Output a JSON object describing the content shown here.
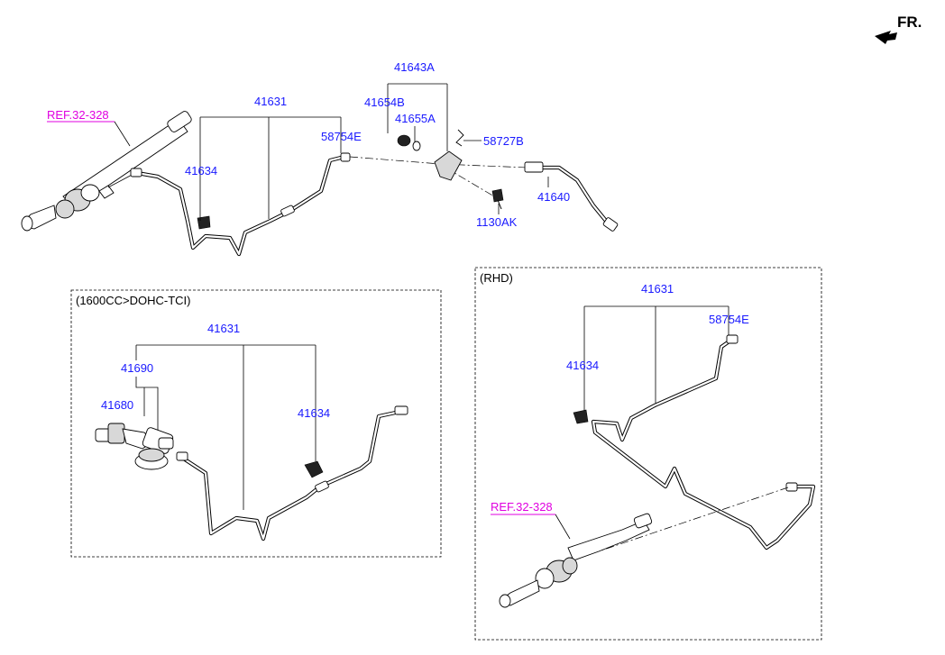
{
  "orientation": {
    "label": "FR.",
    "icon": "arrow-left-icon"
  },
  "colors": {
    "part_number": "#1a1aff",
    "reference": "#e000e0",
    "line": "#000000"
  },
  "main_assembly": {
    "ref": "REF.32-328",
    "labels": {
      "p41631": "41631",
      "p41634": "41634",
      "p58754E": "58754E",
      "p41643A": "41643A",
      "p41654B": "41654B",
      "p41655A": "41655A",
      "p58727B": "58727B",
      "p41640": "41640",
      "p1130AK": "1130AK"
    }
  },
  "variant_dohc": {
    "title": "(1600CC>DOHC-TCI)",
    "labels": {
      "p41631": "41631",
      "p41690": "41690",
      "p41680": "41680",
      "p41634": "41634"
    }
  },
  "variant_rhd": {
    "title": "(RHD)",
    "ref": "REF.32-328",
    "labels": {
      "p41631": "41631",
      "p58754E": "58754E",
      "p41634": "41634"
    }
  }
}
